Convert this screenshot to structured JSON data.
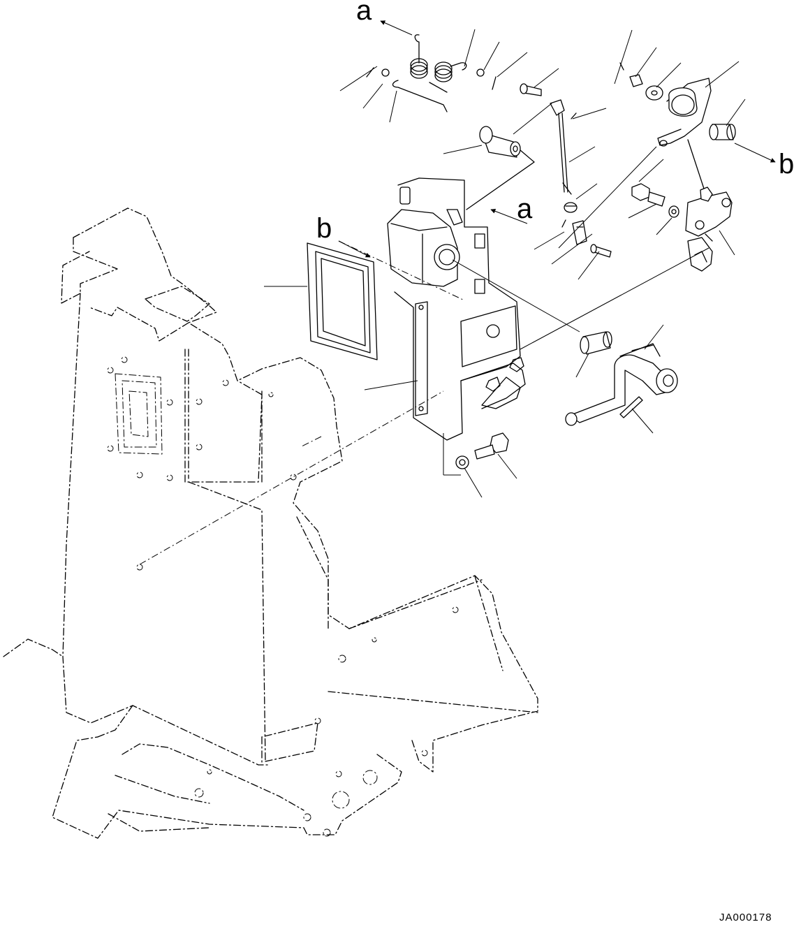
{
  "diagram": {
    "refs": {
      "a_top": "a",
      "a_mid": "a",
      "b_left": "b",
      "b_right": "b"
    },
    "drawing_code": "JA000178"
  }
}
